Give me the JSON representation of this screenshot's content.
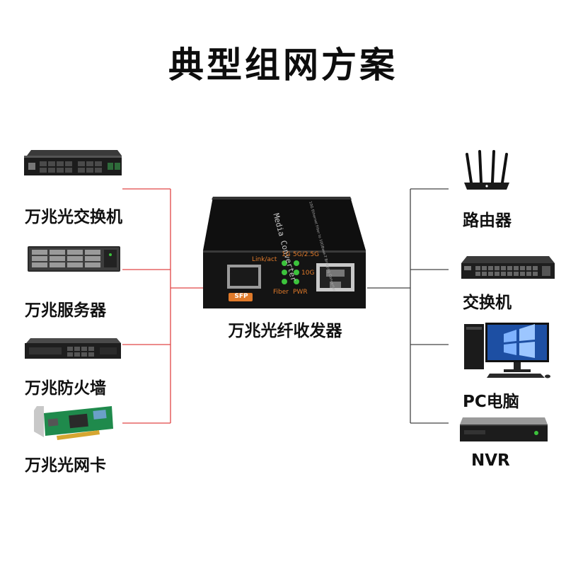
{
  "title": "典型组网方案",
  "center": {
    "label": "万兆光纤收发器",
    "device_text": "Media Converter",
    "device_subtext": "10G Ethernet Fiber to 10GBase-T Bridging Converter",
    "port_label": "SFP",
    "indicators": {
      "link_act": "Link/act",
      "speed_1g": "1G",
      "speed_5g": "5G/2.5G",
      "speed_10g": "10G",
      "fiber": "Fiber",
      "pwr": "PWR"
    }
  },
  "left_devices": [
    {
      "label": "万兆光交换机",
      "icon": "rack-switch-icon"
    },
    {
      "label": "万兆服务器",
      "icon": "server-icon"
    },
    {
      "label": "万兆防火墙",
      "icon": "firewall-icon"
    },
    {
      "label": "万兆光网卡",
      "icon": "network-card-icon"
    }
  ],
  "right_devices": [
    {
      "label": "路由器",
      "icon": "router-icon"
    },
    {
      "label": "交换机",
      "icon": "switch-icon"
    },
    {
      "label": "PC电脑",
      "icon": "pc-icon"
    },
    {
      "label": "NVR",
      "icon": "nvr-icon"
    }
  ],
  "colors": {
    "left_line": "#e04646",
    "right_line": "#444444",
    "device_body": "#1a1a1a",
    "led": "#3cc33c",
    "sfp_tag": "#e07a2a",
    "nic_pcb": "#1f8a4c"
  }
}
